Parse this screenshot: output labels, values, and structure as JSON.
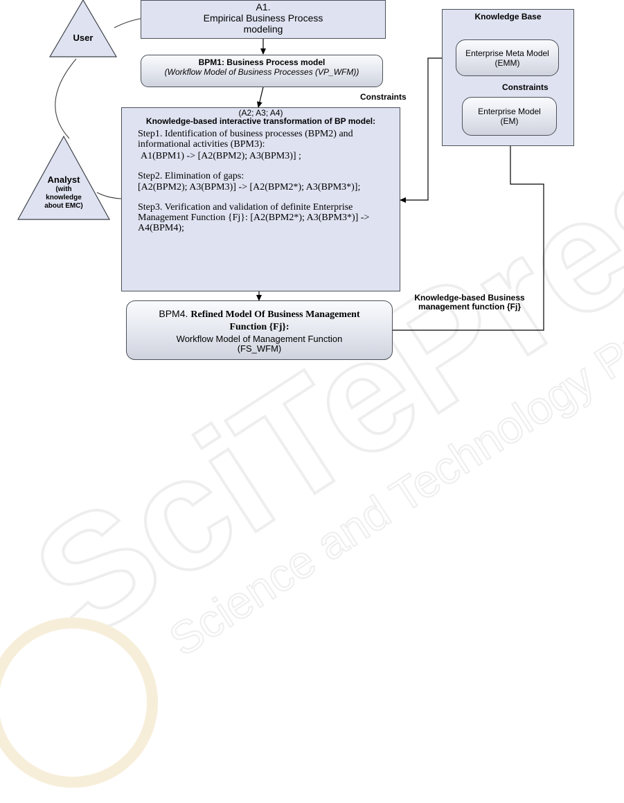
{
  "watermark": {
    "primary": "SciTePress",
    "secondary": "Science and Technology Publications"
  },
  "actors": {
    "user": "User",
    "analyst": "Analyst",
    "analyst_note": "(with knowledge about EMC)"
  },
  "a1": {
    "id": "A1.",
    "title": "Empirical Business Process modeling"
  },
  "bpm1": {
    "title": "BPM1: Business Process model",
    "subtitle": "(Workflow Model of Business Processes (VP_WFM))"
  },
  "transform": {
    "ids": "(A2; A3; A4)",
    "title": "Knowledge-based interactive transformation of  BP model:",
    "step1": "Step1. Identification of business processes (BPM2) and informational activities (BPM3):",
    "step1_formula": "A1(BPM1) -> [A2(BPM2); A3(BPM3)] ;",
    "step2": "Step2. Elimination of gaps:",
    "step2_formula": "[A2(BPM2); A3(BPM3)] -> [A2(BPM2*); A3(BPM3*)];",
    "step3": "Step3. Verification and validation of definite Enterprise Management Function {Fj}: [A2(BPM2*); A3(BPM3*)] -> A4(BPM4);"
  },
  "bpm4": {
    "prefix": "BPM4.",
    "title": "Refined Model Of Business Management Function {Fj}:",
    "subtitle": "Workflow Model of Management Function (FS_WFM)"
  },
  "kb": {
    "title": "Knowledge Base",
    "emm": "Enterprise Meta Model (EMM)",
    "em": "Enterprise Model (EM)",
    "inner_constraints": "Constraints"
  },
  "labels": {
    "constraints": "Constraints",
    "kb_function": "Knowledge-based Business management function {Fj}"
  }
}
